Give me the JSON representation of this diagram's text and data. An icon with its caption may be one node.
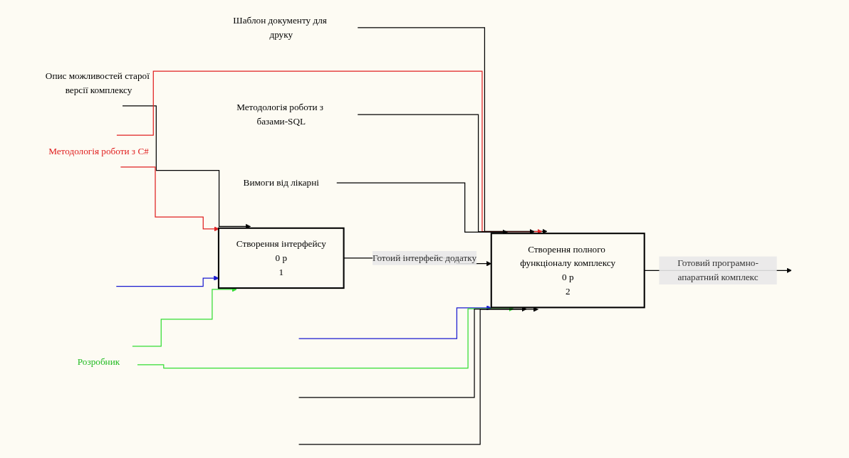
{
  "diagram": {
    "nodes": [
      {
        "text": [
          "Створення інтерфейсу",
          "0 р",
          "1"
        ]
      },
      {
        "text": [
          "Створення полного функціоналу комплексу",
          "0 р",
          "2"
        ]
      },
      {
        "text": [
          "Опис можливостей старої версії комплексу"
        ]
      },
      {
        "text": [
          "Шаблон документу для друку"
        ]
      },
      {
        "text": [
          "Методологія роботи з C#"
        ]
      },
      {
        "text": [
          "Методологія роботи з базами-SQL"
        ]
      },
      {
        "text": [
          "Вимоги від лікарні"
        ]
      },
      {
        "text": [
          "Розробник"
        ]
      }
    ],
    "edges": [
      {
        "from": 2,
        "to": 0,
        "arrow": "to"
      },
      {
        "from": 3,
        "to": 1,
        "arrow": "to"
      },
      {
        "from": 4,
        "to": 0,
        "arrow": "to",
        "color": "#e02020"
      },
      {
        "from": 4,
        "to": 1,
        "arrow": "to",
        "color": "#e02020"
      },
      {
        "from": 5,
        "to": 1,
        "arrow": "to"
      },
      {
        "from": 6,
        "to": 1,
        "arrow": "to"
      },
      {
        "from": 0,
        "to": 1,
        "arrow": "to",
        "label": "Готоий інтерфейс додатку"
      },
      {
        "from": null,
        "to": 0,
        "arrow": "to",
        "color": "#1a1ad0"
      },
      {
        "from": null,
        "to": 1,
        "arrow": "to",
        "color": "#1a1ad0"
      },
      {
        "from": 7,
        "to": 0,
        "arrow": "to",
        "color": "#33dd33"
      },
      {
        "from": 7,
        "to": 1,
        "arrow": "to",
        "color": "#33dd33"
      },
      {
        "from": null,
        "to": 1,
        "arrow": "to"
      },
      {
        "from": null,
        "to": 1,
        "arrow": "to"
      },
      {
        "from": 1,
        "to": null,
        "arrow": "to",
        "label": "Готовий програмно-апаратний комплекс"
      }
    ]
  }
}
